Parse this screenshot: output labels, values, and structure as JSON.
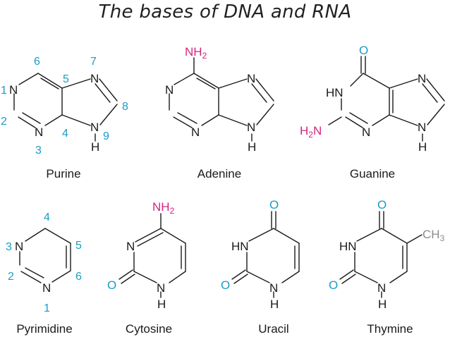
{
  "title": "The bases of DNA and RNA",
  "colors": {
    "bond": "#1a1a1a",
    "numbering": "#1a9cc4",
    "oxygen": "#1a9cc4",
    "amino": "#d6247f",
    "methyl": "#8c8c8c"
  },
  "atoms": {
    "N": "N",
    "HN": "HN",
    "H": "H",
    "O": "O",
    "NH": "NH",
    "H2N_H": "H",
    "H2N_N": "N",
    "CH": "CH",
    "two": "2",
    "three": "3"
  },
  "purine_numbers": [
    "1",
    "2",
    "3",
    "4",
    "5",
    "6",
    "7",
    "8",
    "9"
  ],
  "pyrimidine_numbers": [
    "1",
    "2",
    "3",
    "4",
    "5",
    "6"
  ],
  "molecules": {
    "purine": "Purine",
    "adenine": "Adenine",
    "guanine": "Guanine",
    "pyrimidine": "Pyrimidine",
    "cytosine": "Cytosine",
    "uracil": "Uracil",
    "thymine": "Thymine"
  }
}
